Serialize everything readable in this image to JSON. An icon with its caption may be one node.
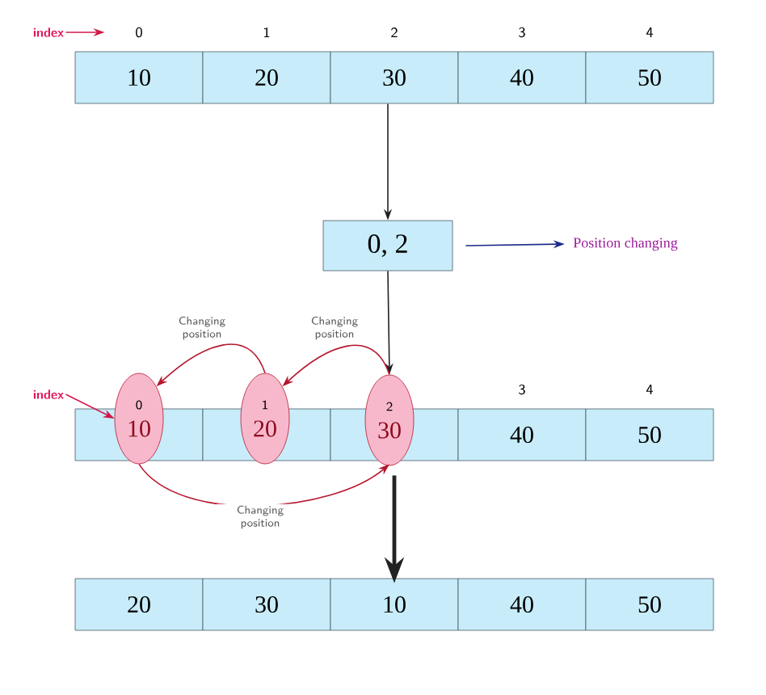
{
  "diagram": {
    "nodes": [
      {
        "text": [
          "index"
        ]
      },
      {
        "text": [
          "10"
        ],
        "beside": [
          "0"
        ]
      },
      {
        "text": [
          "20"
        ],
        "beside": [
          "1"
        ]
      },
      {
        "text": [
          "30"
        ],
        "beside": [
          "2"
        ]
      },
      {
        "text": [
          "40"
        ],
        "beside": [
          "3"
        ]
      },
      {
        "text": [
          "50"
        ],
        "beside": [
          "4"
        ]
      },
      {
        "text": [
          "0, 2"
        ]
      },
      {
        "text": [
          "Position changing"
        ]
      },
      {
        "text": [
          "index"
        ]
      },
      {
        "text": [],
        "shape": "box"
      },
      {
        "text": [],
        "shape": "box"
      },
      {
        "text": [],
        "shape": "box"
      },
      {
        "text": [
          "40"
        ],
        "beside": [
          "3"
        ]
      },
      {
        "text": [
          "50"
        ],
        "beside": [
          "4"
        ]
      },
      {
        "text": [
          "0",
          "10"
        ]
      },
      {
        "text": [
          "1",
          "20"
        ]
      },
      {
        "text": [
          "2",
          "30"
        ]
      },
      {
        "text": [
          "20"
        ]
      },
      {
        "text": [
          "30"
        ]
      },
      {
        "text": [
          "10"
        ]
      },
      {
        "text": [
          "40"
        ]
      },
      {
        "text": [
          "50"
        ]
      }
    ],
    "edges": [
      {
        "from": 0,
        "to": null,
        "arrow": "to",
        "color": "#d0184a"
      },
      {
        "from": 3,
        "to": 6,
        "arrow": "to",
        "color": "#222222"
      },
      {
        "from": 6,
        "to": 7,
        "arrow": "to",
        "color": "#1c2b8a"
      },
      {
        "from": 8,
        "to": 14,
        "arrow": "to",
        "color": "#d0184a"
      },
      {
        "from": 6,
        "to": 16,
        "arrow": "to",
        "color": "#222222"
      },
      {
        "from": 16,
        "to": 15,
        "arrow": "to",
        "label": "Changing position",
        "color": "#b5172d"
      },
      {
        "from": 15,
        "to": 14,
        "arrow": "to",
        "label": "Changing position",
        "color": "#b5172d"
      },
      {
        "from": 14,
        "to": 16,
        "arrow": "to",
        "label": "Changing position",
        "color": "#b5172d"
      },
      {
        "from": 11,
        "to": 19,
        "arrow": "to",
        "style": "thick",
        "color": "#222222"
      }
    ]
  }
}
